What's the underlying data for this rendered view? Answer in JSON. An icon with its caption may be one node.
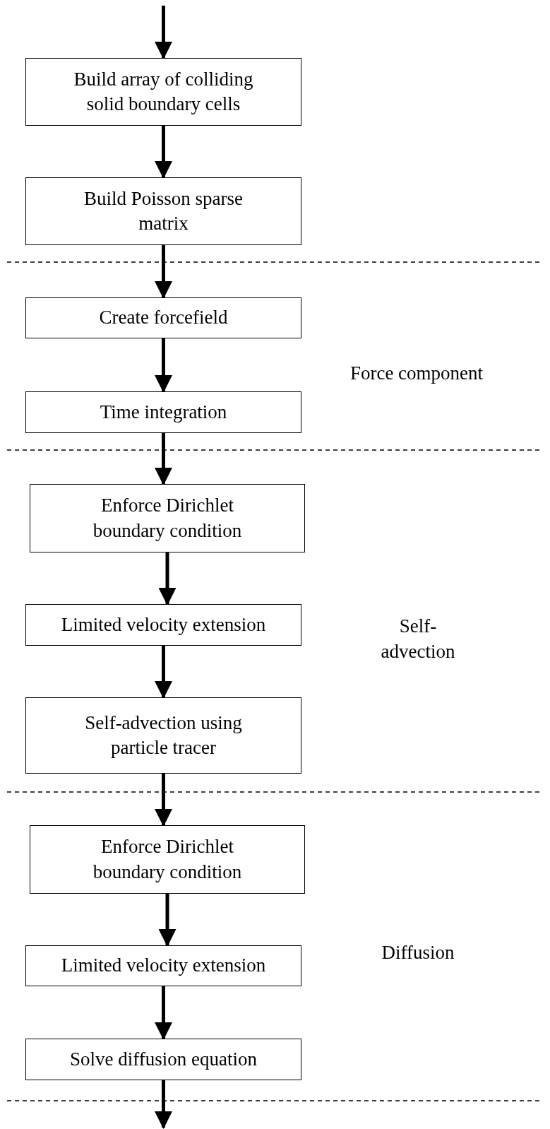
{
  "diagram": {
    "nodes": [
      {
        "text": [
          "Build array of colliding solid boundary cells"
        ]
      },
      {
        "text": [
          "Build Poisson sparse matrix"
        ]
      },
      {
        "text": [
          "Create forcefield"
        ]
      },
      {
        "text": [
          "Time integration"
        ]
      },
      {
        "text": [
          "Enforce Dirichlet boundary condition"
        ]
      },
      {
        "text": [
          "Limited velocity extension"
        ]
      },
      {
        "text": [
          "Self-advection using particle tracer"
        ]
      },
      {
        "text": [
          "Enforce Dirichlet boundary condition"
        ]
      },
      {
        "text": [
          "Limited velocity extension"
        ]
      },
      {
        "text": [
          "Solve diffusion equation"
        ]
      }
    ],
    "edges": [
      {
        "from": null,
        "to": 0,
        "arrow": "to"
      },
      {
        "from": 0,
        "to": 1,
        "arrow": "to"
      },
      {
        "from": 1,
        "to": 2,
        "arrow": "to"
      },
      {
        "from": 2,
        "to": 3,
        "arrow": "to"
      },
      {
        "from": 3,
        "to": 4,
        "arrow": "to"
      },
      {
        "from": 4,
        "to": 5,
        "arrow": "to"
      },
      {
        "from": 5,
        "to": 6,
        "arrow": "to"
      },
      {
        "from": 6,
        "to": 7,
        "arrow": "to"
      },
      {
        "from": 7,
        "to": 8,
        "arrow": "to"
      },
      {
        "from": 8,
        "to": 9,
        "arrow": "to"
      },
      {
        "from": 9,
        "to": null,
        "arrow": "to"
      }
    ],
    "labels": [
      "Force component",
      "Self- advection",
      "Diffusion"
    ]
  }
}
